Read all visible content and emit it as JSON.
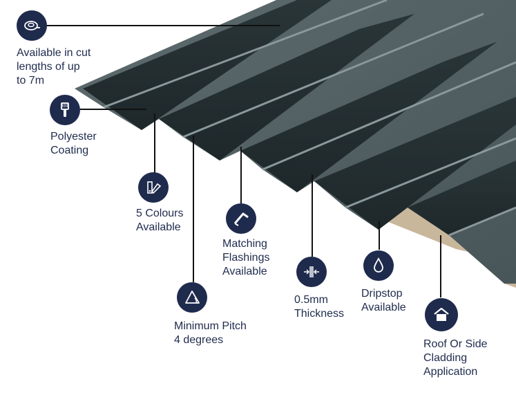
{
  "colors": {
    "icon_bg": "#1f2b4d",
    "sheet_dark": "#2f3c3f",
    "sheet_light": "#7d8b8f",
    "underside": "#c9b79c",
    "leader_line": "#111111",
    "text": "#1f2b4d"
  },
  "features": [
    {
      "id": "cut-lengths",
      "icon": "tape-measure-icon",
      "label": "Available in cut\nlengths of up\nto 7m"
    },
    {
      "id": "coating",
      "icon": "paint-brush-icon",
      "label": "Polyester\nCoating"
    },
    {
      "id": "colours",
      "icon": "colour-swatch-icon",
      "label": "5 Colours\nAvailable"
    },
    {
      "id": "flashings",
      "icon": "flashing-icon",
      "label": "Matching\nFlashings\nAvailable"
    },
    {
      "id": "pitch",
      "icon": "pitch-angle-icon",
      "label": "Minimum Pitch\n4 degrees"
    },
    {
      "id": "thickness",
      "icon": "thickness-icon",
      "label": "0.5mm\nThickness"
    },
    {
      "id": "dripstop",
      "icon": "water-drop-icon",
      "label": "Dripstop\nAvailable"
    },
    {
      "id": "application",
      "icon": "house-icon",
      "label": "Roof Or Side\nCladding\nApplication"
    }
  ]
}
